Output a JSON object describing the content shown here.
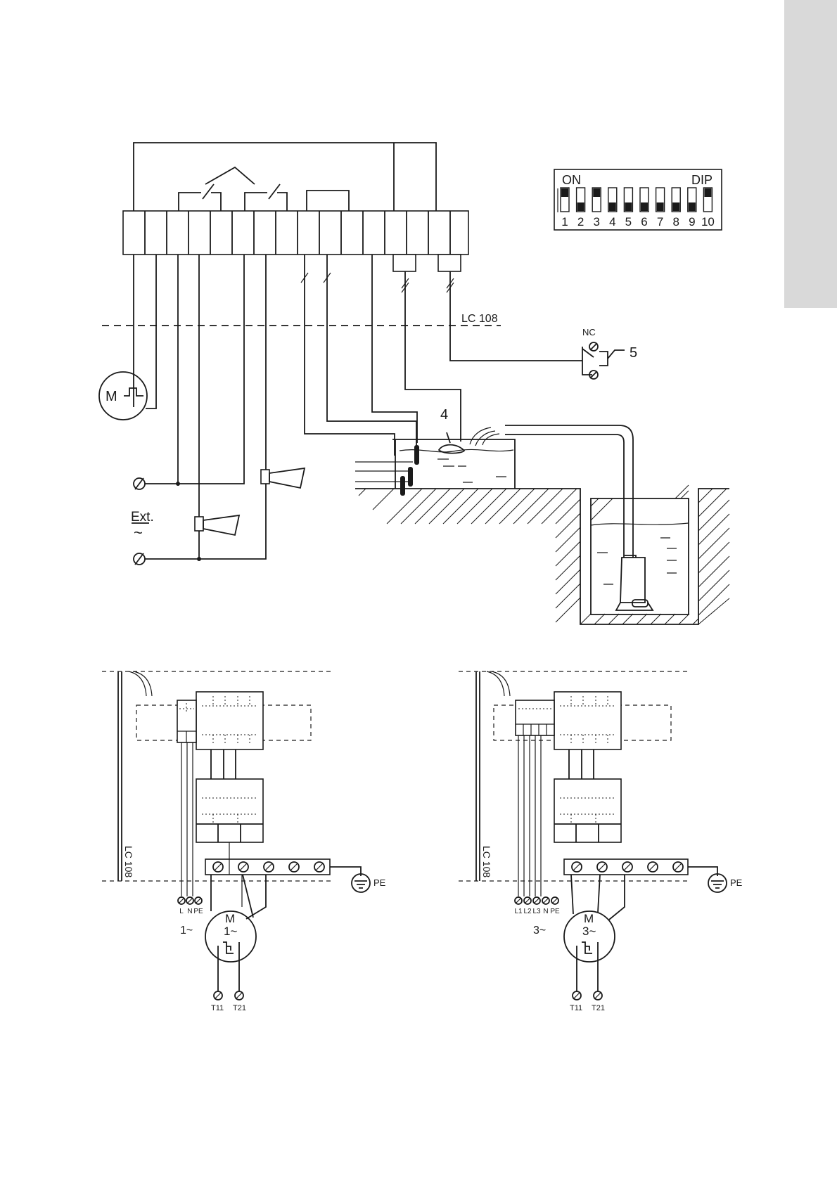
{
  "dip_switch": {
    "label_on": "ON",
    "label_dip": "DIP",
    "switches": [
      {
        "number": "1",
        "on": true
      },
      {
        "number": "2",
        "on": false
      },
      {
        "number": "3",
        "on": true
      },
      {
        "number": "4",
        "on": false
      },
      {
        "number": "5",
        "on": false
      },
      {
        "number": "6",
        "on": false
      },
      {
        "number": "7",
        "on": false
      },
      {
        "number": "8",
        "on": false
      },
      {
        "number": "9",
        "on": false
      },
      {
        "number": "10",
        "on": true
      }
    ]
  },
  "wiring": {
    "controller_label": "LC 108",
    "nc_label": "NC",
    "item_5": "5",
    "item_4": "4",
    "motor_label": "M",
    "ext_label": "Ext.",
    "ext_symbol": "~"
  },
  "single_phase": {
    "controller_label": "LC 108",
    "terminals": [
      "L",
      "N",
      "PE"
    ],
    "phase_label": "1~",
    "motor_label": "M",
    "motor_phase": "1~",
    "pe_label": "PE",
    "thermal": [
      "T11",
      "T21"
    ]
  },
  "three_phase": {
    "controller_label": "LC 108",
    "terminals": [
      "L1",
      "L2",
      "L3",
      "N",
      "PE"
    ],
    "phase_label": "3~",
    "motor_label": "M",
    "motor_phase": "3~",
    "pe_label": "PE",
    "thermal": [
      "T11",
      "T21"
    ]
  }
}
